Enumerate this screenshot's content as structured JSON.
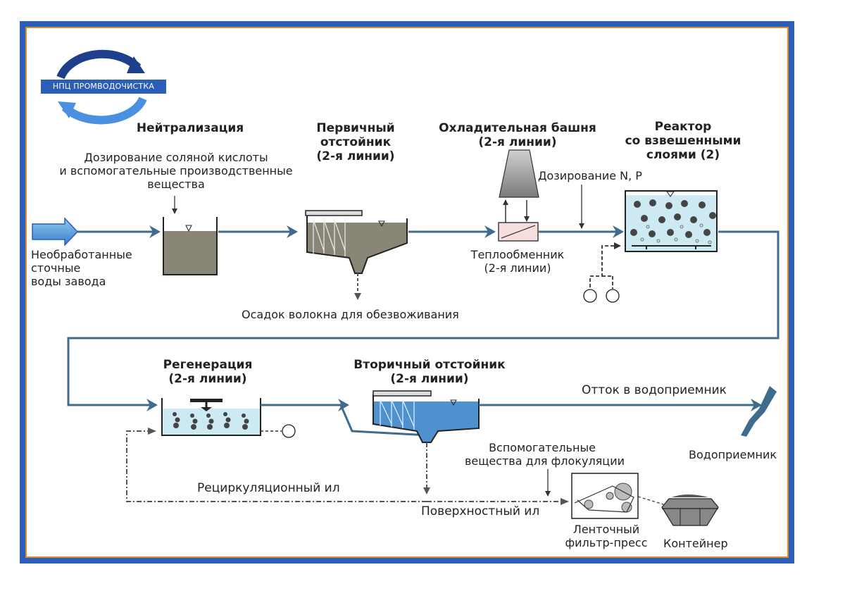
{
  "logo": {
    "text": "НПЦ ПРОМВОДОЧИСТКА"
  },
  "labels": {
    "neutralization": "Нейтрализация",
    "hcl_dosing": [
      "Дозирование соляной кислоты",
      "и вспомогательные производственные",
      "вещества"
    ],
    "primary_settler": [
      "Первичный",
      "отстойник",
      "(2-я линии)"
    ],
    "cooling_tower": [
      "Охладительная башня",
      "(2-я линии)"
    ],
    "reactor": [
      "Реактор",
      "со взвешенными",
      "слоями (2)"
    ],
    "np_dosing": "Дозирование N, P",
    "heat_exchanger": [
      "Теплообменник",
      "(2-я линии)"
    ],
    "raw_water": [
      "Необработанные",
      "сточные",
      "воды завода"
    ],
    "fiber_sludge": "Осадок волокна для обезвоживания",
    "regeneration": [
      "Регенерация",
      "(2-я линии)"
    ],
    "secondary_settler": [
      "Вторичный отстойник",
      "(2-я линии)"
    ],
    "outflow": "Отток в водоприемник",
    "receiver": "Водоприемник",
    "flocculants": [
      "Вспомогательные",
      "вещества для флокуляции"
    ],
    "recirculation": "Рециркуляционный ил",
    "surface_sludge": "Поверхностный ил",
    "belt_press": [
      "Ленточный",
      "фильтр-пресс"
    ],
    "container": "Контейнер"
  },
  "colors": {
    "frame": "#2a5eb8",
    "frame_border": "#e08a2a",
    "pipe": "#3f6b8c",
    "water_blue": "#a9dcea",
    "sludge": "#8a8677",
    "logo_blue": "#1e3f8c",
    "logo_light": "#4a90e0"
  }
}
